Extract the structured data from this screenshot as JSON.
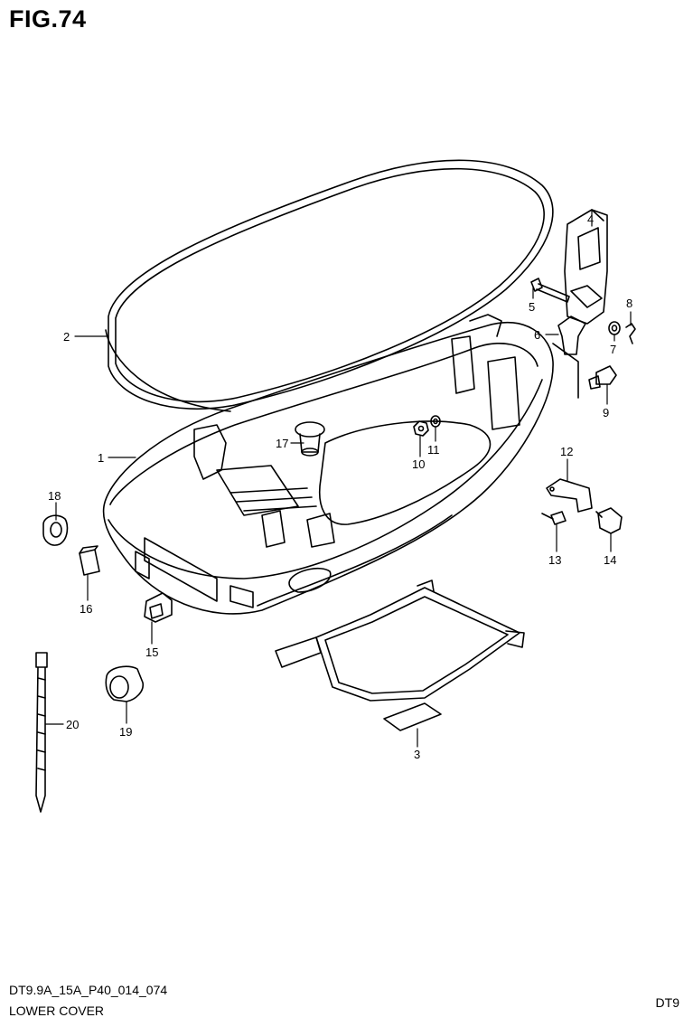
{
  "figure": {
    "title": "FIG.74"
  },
  "callouts": [
    {
      "id": "1",
      "label": "1"
    },
    {
      "id": "2",
      "label": "2"
    },
    {
      "id": "3",
      "label": "3"
    },
    {
      "id": "4",
      "label": "4"
    },
    {
      "id": "5",
      "label": "5"
    },
    {
      "id": "6",
      "label": "6"
    },
    {
      "id": "7",
      "label": "7"
    },
    {
      "id": "8",
      "label": "8"
    },
    {
      "id": "9",
      "label": "9"
    },
    {
      "id": "10",
      "label": "10"
    },
    {
      "id": "11",
      "label": "11"
    },
    {
      "id": "12",
      "label": "12"
    },
    {
      "id": "13",
      "label": "13"
    },
    {
      "id": "14",
      "label": "14"
    },
    {
      "id": "15",
      "label": "15"
    },
    {
      "id": "16",
      "label": "16"
    },
    {
      "id": "17",
      "label": "17"
    },
    {
      "id": "18",
      "label": "18"
    },
    {
      "id": "19",
      "label": "19"
    },
    {
      "id": "20",
      "label": "20"
    }
  ],
  "footer": {
    "code": "DT9.9A_15A_P40_014_074",
    "name": "LOWER COVER",
    "model": "DT9"
  }
}
